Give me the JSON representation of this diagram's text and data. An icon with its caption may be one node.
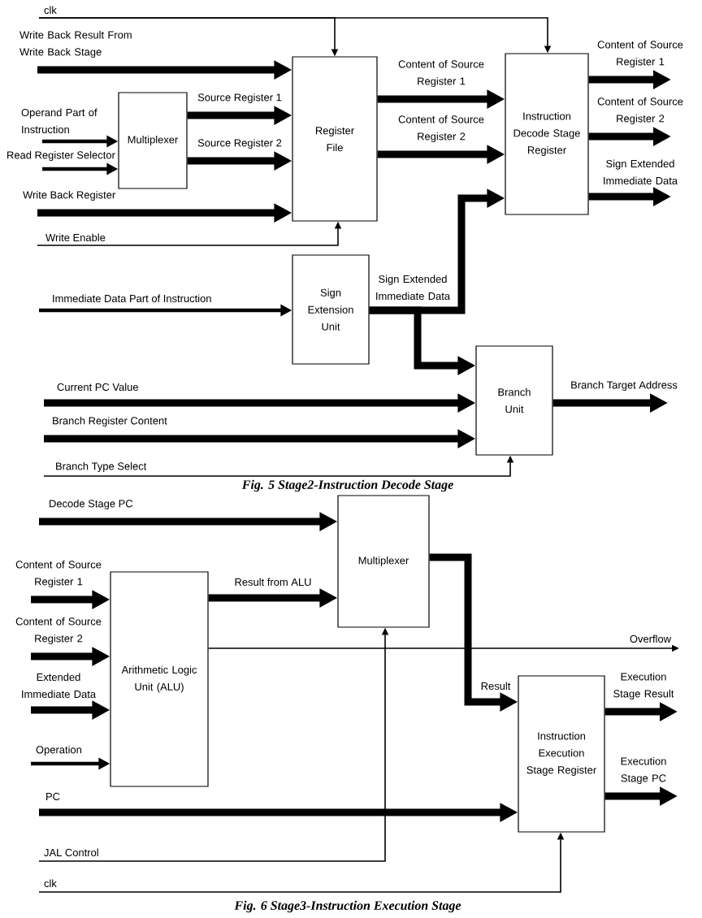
{
  "diagram": {
    "nodes": [
      {
        "text": [
          "Register File"
        ]
      },
      {
        "text": [
          "Multiplexer"
        ]
      },
      {
        "text": [
          "Instruction Decode Stage Register"
        ]
      },
      {
        "text": [
          "Sign Extension Unit"
        ]
      },
      {
        "text": [
          "Branch Unit"
        ]
      },
      {
        "text": [
          "Multiplexer"
        ]
      },
      {
        "text": [
          "Arithmetic Logic Unit (ALU)"
        ]
      },
      {
        "text": [
          "Instruction Execution Stage Register"
        ]
      }
    ],
    "edges": [
      {
        "from": null,
        "to": 0,
        "arrow": "to",
        "label": "clk"
      },
      {
        "from": null,
        "to": 2,
        "arrow": "to"
      },
      {
        "from": null,
        "to": 0,
        "arrow": "to",
        "label": "Write Back Result From Write Back Stage"
      },
      {
        "from": null,
        "to": 1,
        "arrow": "to",
        "label": "Operand Part of Instruction"
      },
      {
        "from": null,
        "to": 1,
        "arrow": "to",
        "label": "Read Register Selector"
      },
      {
        "from": 1,
        "to": 0,
        "arrow": "to",
        "label": "Source Register 1"
      },
      {
        "from": 1,
        "to": 0,
        "arrow": "to",
        "label": "Source Register 2"
      },
      {
        "from": null,
        "to": 0,
        "arrow": "to",
        "label": "Write Back Register"
      },
      {
        "from": null,
        "to": 0,
        "arrow": "to",
        "label": "Write Enable"
      },
      {
        "from": 0,
        "to": 2,
        "arrow": "to",
        "label": "Content of Source Register 1"
      },
      {
        "from": 0,
        "to": 2,
        "arrow": "to",
        "label": "Content of Source Register 2"
      },
      {
        "from": 2,
        "to": null,
        "arrow": "to",
        "label": "Content of Source Register 1"
      },
      {
        "from": 2,
        "to": null,
        "arrow": "to",
        "label": "Content of Source Register 2"
      },
      {
        "from": 2,
        "to": null,
        "arrow": "to",
        "label": "Sign Extended Immediate Data"
      },
      {
        "from": null,
        "to": 3,
        "arrow": "to",
        "label": "Immediate Data Part of Instruction"
      },
      {
        "from": 3,
        "to": 2,
        "arrow": "to",
        "label": "Sign Extended Immediate Data"
      },
      {
        "from": 3,
        "to": 4,
        "arrow": "to"
      },
      {
        "from": null,
        "to": 4,
        "arrow": "to",
        "label": "Current PC Value"
      },
      {
        "from": null,
        "to": 4,
        "arrow": "to",
        "label": "Branch Register Content"
      },
      {
        "from": null,
        "to": 4,
        "arrow": "to",
        "label": "Branch Type Select"
      },
      {
        "from": 4,
        "to": null,
        "arrow": "to",
        "label": "Branch Target Address"
      },
      {
        "from": null,
        "to": 5,
        "arrow": "to",
        "label": "Decode Stage PC"
      },
      {
        "from": null,
        "to": 6,
        "arrow": "to",
        "label": "Content of Source Register 1"
      },
      {
        "from": null,
        "to": 6,
        "arrow": "to",
        "label": "Content of Source Register 2"
      },
      {
        "from": null,
        "to": 6,
        "arrow": "to",
        "label": "Extended Immediate Data"
      },
      {
        "from": null,
        "to": 6,
        "arrow": "to",
        "label": "Operation"
      },
      {
        "from": 6,
        "to": 5,
        "arrow": "to",
        "label": "Result from ALU"
      },
      {
        "from": 6,
        "to": null,
        "arrow": "to",
        "label": "Overflow"
      },
      {
        "from": 5,
        "to": 7,
        "arrow": "to",
        "label": "Result"
      },
      {
        "from": 7,
        "to": null,
        "arrow": "to",
        "label": "Execution Stage Result"
      },
      {
        "from": 7,
        "to": null,
        "arrow": "to",
        "label": "Execution Stage PC"
      },
      {
        "from": null,
        "to": 7,
        "arrow": "to",
        "label": "PC"
      },
      {
        "from": null,
        "to": 5,
        "arrow": "to",
        "label": "JAL Control"
      },
      {
        "from": null,
        "to": 7,
        "arrow": "to",
        "label": "clk"
      }
    ],
    "labels": [
      "Fig. 5 Stage2-Instruction Decode Stage",
      "Fig. 6 Stage3-Instruction Execution Stage"
    ]
  }
}
